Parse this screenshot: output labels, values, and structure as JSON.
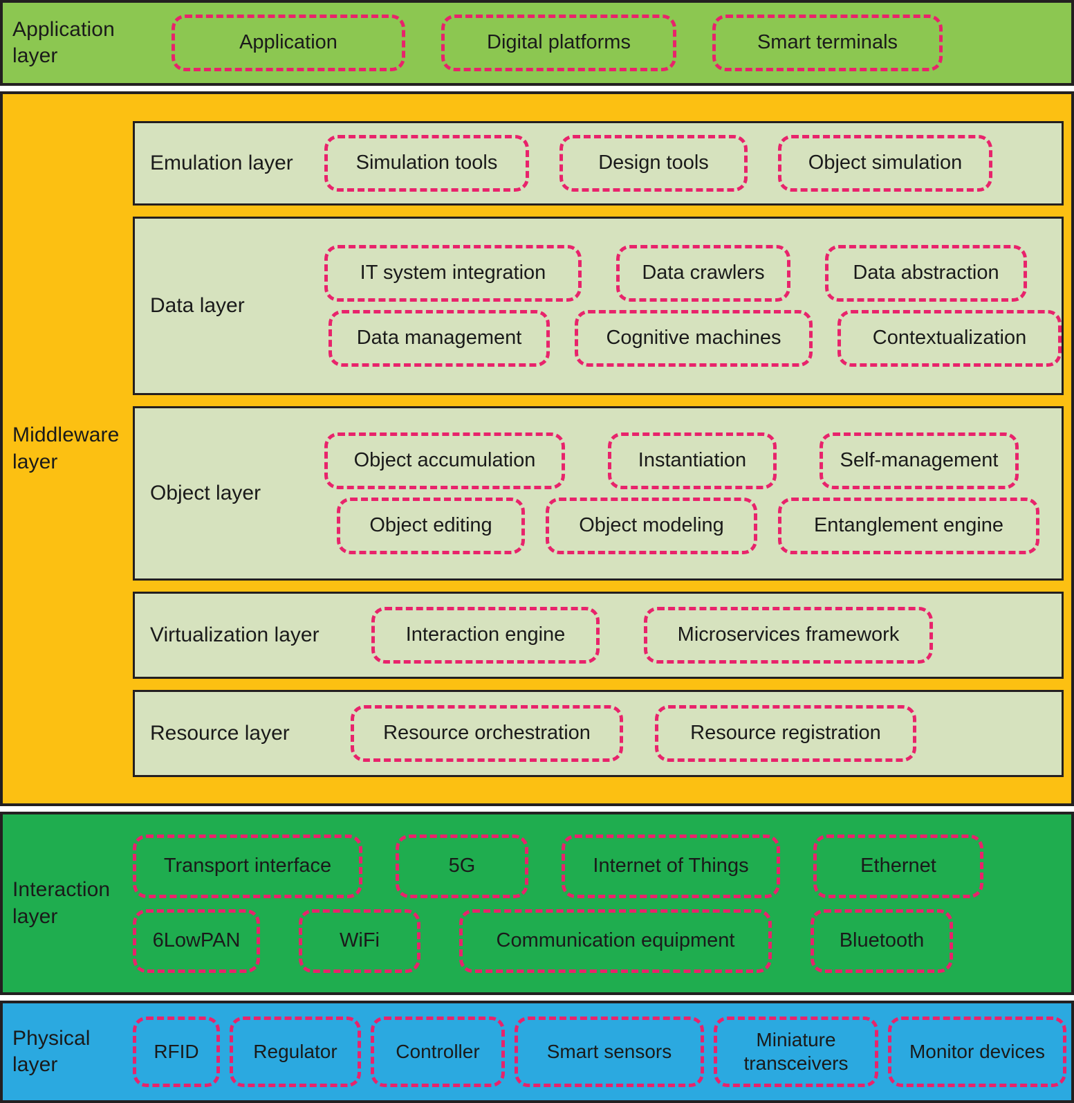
{
  "colors": {
    "application_layer": "#8CC751",
    "middleware_layer": "#FCC012",
    "interaction_layer": "#1FAD4F",
    "physical_layer": "#2BA9E0",
    "inner_panel": "#D6E2BE",
    "pill_border": "#E8236B",
    "outline": "#231F20"
  },
  "layers": {
    "application": {
      "label_line1": "Application",
      "label_line2": "layer",
      "items": [
        "Application",
        "Digital platforms",
        "Smart terminals"
      ]
    },
    "middleware": {
      "label_line1": "Middleware",
      "label_line2": "layer",
      "panels": [
        {
          "label": "Emulation layer",
          "rows": [
            [
              "Simulation tools",
              "Design tools",
              "Object simulation"
            ]
          ]
        },
        {
          "label": "Data layer",
          "rows": [
            [
              "IT system integration",
              "Data crawlers",
              "Data abstraction"
            ],
            [
              "Data management",
              "Cognitive machines",
              "Contextualization"
            ]
          ]
        },
        {
          "label": "Object layer",
          "rows": [
            [
              "Object accumulation",
              "Instantiation",
              "Self-management"
            ],
            [
              "Object editing",
              "Object modeling",
              "Entanglement engine"
            ]
          ]
        },
        {
          "label": "Virtualization layer",
          "rows": [
            [
              "Interaction engine",
              "Microservices framework"
            ]
          ]
        },
        {
          "label": "Resource layer",
          "rows": [
            [
              "Resource orchestration",
              "Resource registration"
            ]
          ]
        }
      ]
    },
    "interaction": {
      "label_line1": "Interaction",
      "label_line2": "layer",
      "rows": [
        [
          "Transport interface",
          "5G",
          "Internet of Things",
          "Ethernet"
        ],
        [
          "6LowPAN",
          "WiFi",
          "Communication equipment",
          "Bluetooth"
        ]
      ]
    },
    "physical": {
      "label_line1": "Physical",
      "label_line2": "layer",
      "items": [
        "RFID",
        "Regulator",
        "Controller",
        "Smart sensors",
        "Miniature transceivers",
        "Monitor devices"
      ]
    }
  }
}
